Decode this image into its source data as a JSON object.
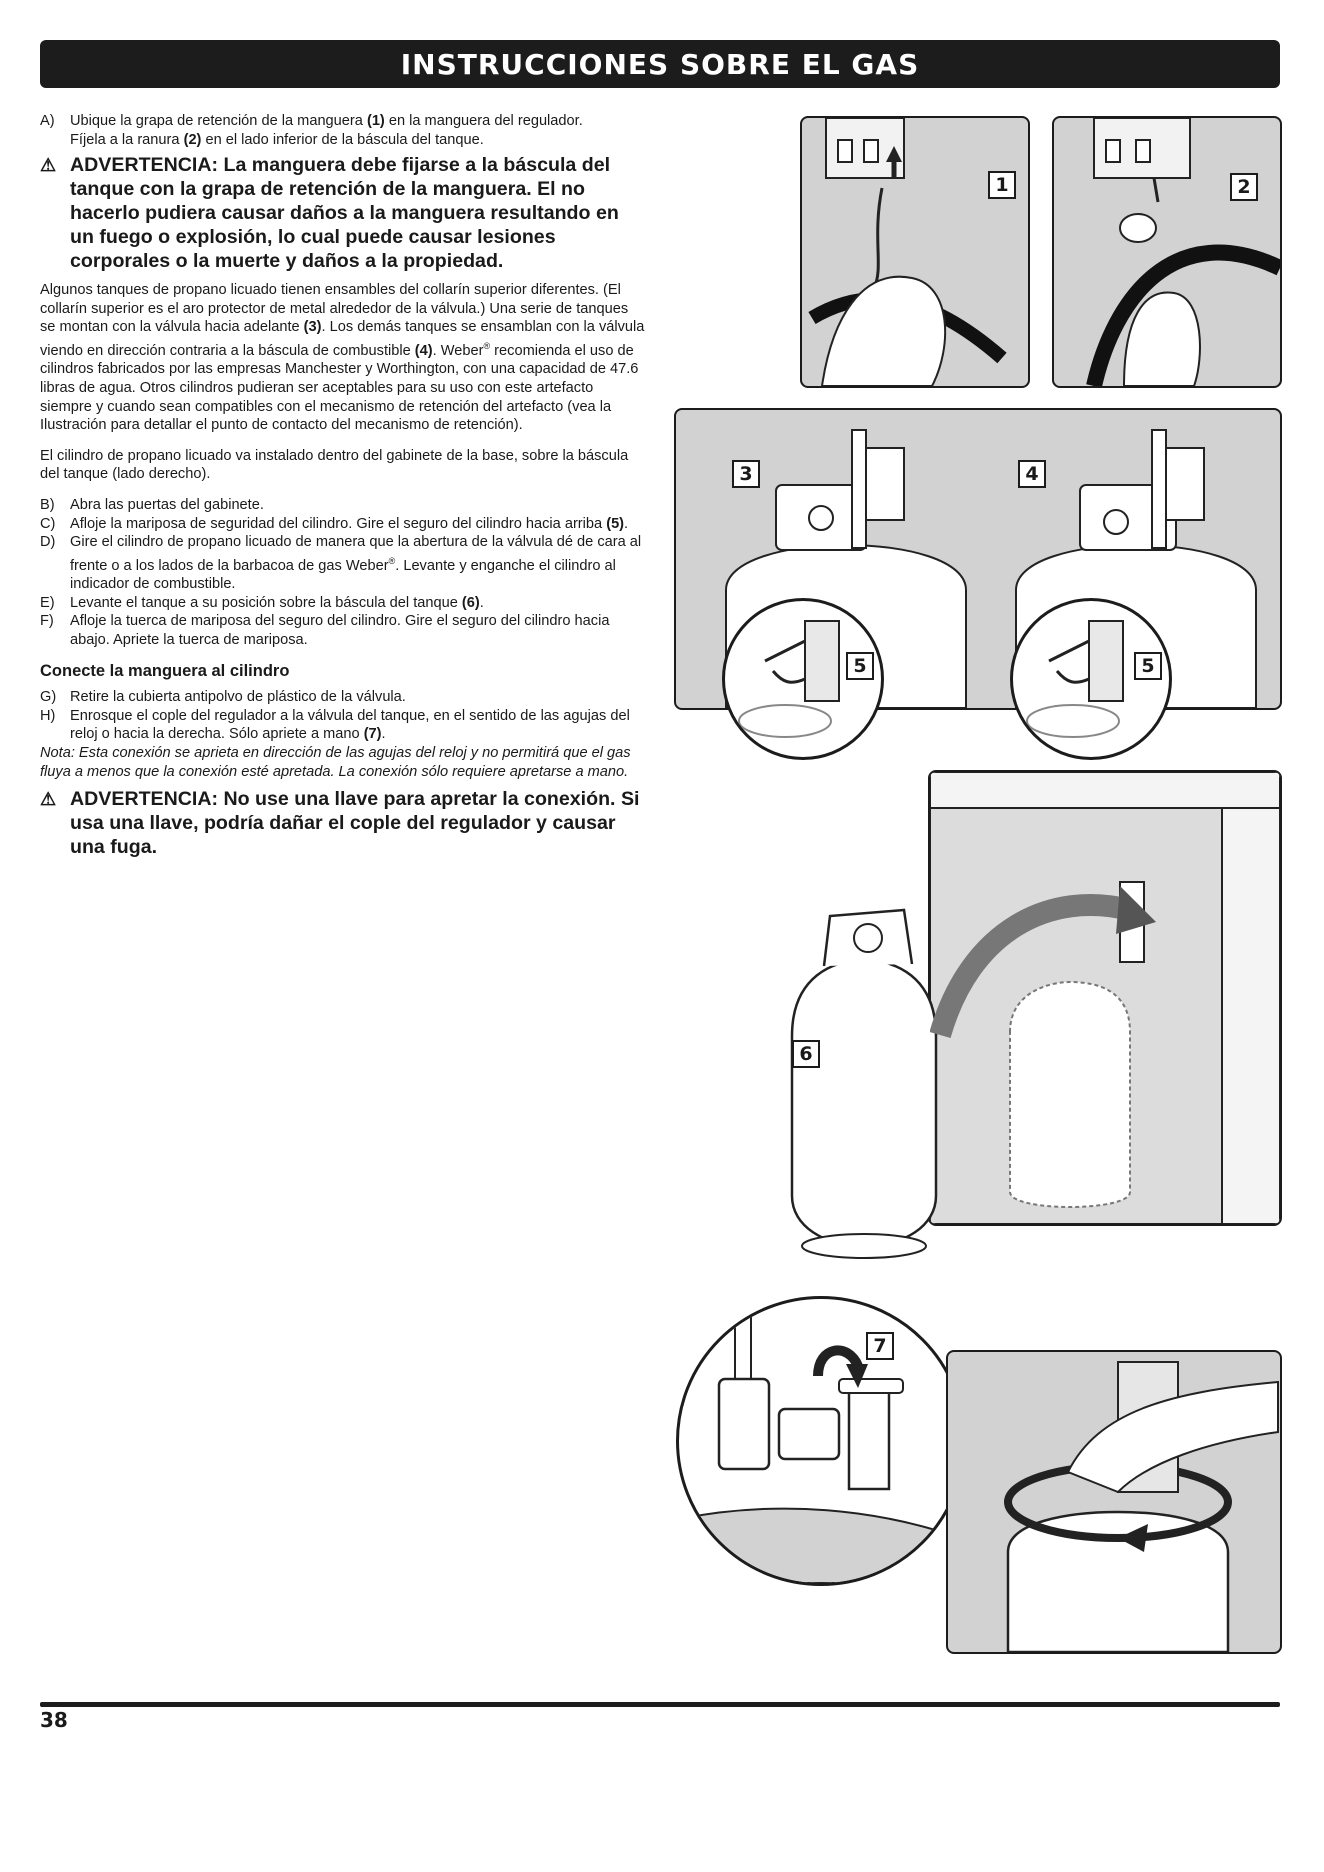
{
  "header": {
    "title": "INSTRUCCIONES SOBRE EL GAS"
  },
  "steps": {
    "a": {
      "letter": "A)",
      "line1_pre": "Ubique la grapa de retención de la manguera ",
      "line1_ref": "(1)",
      "line1_post": " en la manguera del regulador.",
      "line2_pre": "Fíjela a la ranura ",
      "line2_ref": "(2)",
      "line2_post": " en el lado inferior de la báscula del tanque."
    },
    "b": {
      "letter": "B)",
      "text": "Abra las puertas del gabinete."
    },
    "c": {
      "letter": "C)",
      "text": "Afloje la mariposa de seguridad del cilindro. Gire el seguro del cilindro hacia arriba ",
      "ref": "(5)",
      "post": "."
    },
    "d": {
      "letter": "D)",
      "text": "Gire el cilindro de propano licuado de manera que la abertura de la válvula dé de cara al frente o a los lados de la barbacoa de gas Weber",
      "reg": "®",
      "post": ". Levante y enganche el cilindro al indicador de combustible."
    },
    "e": {
      "letter": "E)",
      "text": "Levante el tanque a su posición sobre la báscula del tanque ",
      "ref": "(6)",
      "post": "."
    },
    "f": {
      "letter": "F)",
      "text": "Afloje la tuerca de mariposa del seguro del cilindro. Gire el seguro del cilindro hacia abajo. Apriete la tuerca de mariposa."
    },
    "g": {
      "letter": "G)",
      "text": "Retire la cubierta antipolvo de plástico de la válvula."
    },
    "h": {
      "letter": "H)",
      "text": "Enrosque el cople del regulador a la válvula del tanque, en el sentido de las agujas del reloj o hacia la derecha. Sólo apriete a mano ",
      "ref": "(7)",
      "post": "."
    }
  },
  "warning_symbol": "⚠",
  "warning1": "ADVERTENCIA: La manguera debe fijarse a la báscula del tanque con la grapa de retención de la manguera. El no hacerlo pudiera causar daños a la manguera resultando en un fuego o explosión, lo cual puede causar lesiones corporales o la muerte y daños a la propiedad.",
  "paragraph1": {
    "text1": "Algunos tanques de propano licuado tienen ensambles del collarín superior diferentes. (El collarín superior es el aro protector de metal alrededor de la válvula.) Una serie de tanques se montan con la válvula hacia adelante ",
    "ref1": "(3)",
    "text2": ". Los demás tanques se ensamblan con la válvula viendo en dirección contraria a la báscula de combustible ",
    "ref2": "(4)",
    "text3": ". Weber",
    "reg": "®",
    "text4": " recomienda el uso de cilindros fabricados por las empresas Manchester y Worthington, con una capacidad de 47.6 libras de agua. Otros cilindros pudieran ser aceptables para su uso con este artefacto siempre y cuando sean compatibles con el mecanismo de retención del artefacto (vea la Ilustración para detallar el punto de contacto del mecanismo de retención)."
  },
  "paragraph2": "El cilindro de propano licuado va instalado dentro del gabinete de la base, sobre la báscula del tanque (lado derecho).",
  "subheading": "Conecte la manguera al cilindro",
  "note": "Nota: Esta conexión se aprieta en dirección de las agujas del reloj y no permitirá que el gas fluya a menos que la conexión esté apretada. La conexión sólo requiere apretarse a mano.",
  "warning2": "ADVERTENCIA: No use una llave para apretar la conexión. Si usa una llave, podría dañar el cople del regulador y causar una fuga.",
  "callouts": {
    "c1": "1",
    "c2": "2",
    "c3": "3",
    "c4": "4",
    "c5a": "5",
    "c5b": "5",
    "c6": "6",
    "c7": "7"
  },
  "footer": {
    "page_number": "38"
  }
}
